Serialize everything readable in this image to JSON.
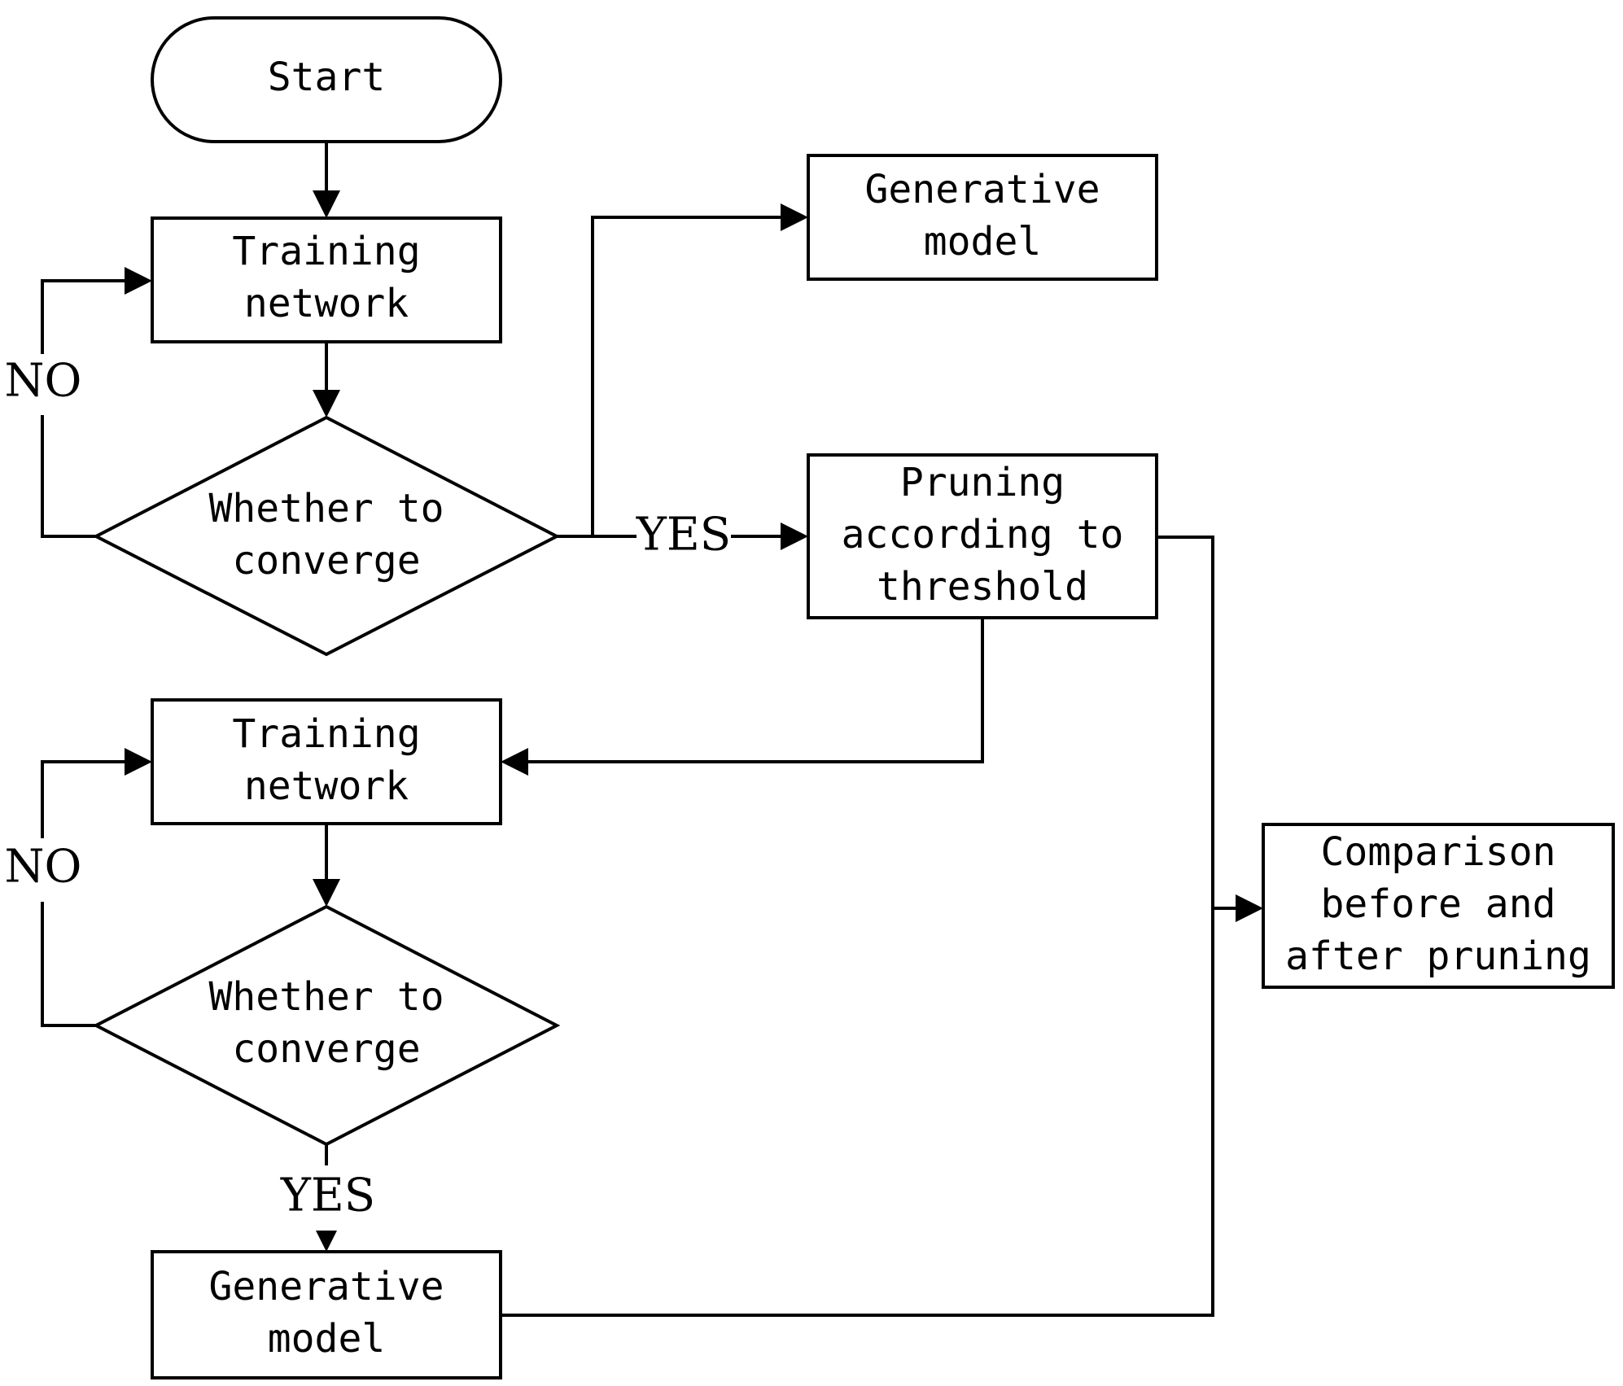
{
  "nodes": {
    "start": "Start",
    "train1": [
      "Training",
      "network"
    ],
    "converge1": [
      "Whether to",
      "converge"
    ],
    "gen1": [
      "Generative",
      "model"
    ],
    "prune": [
      "Pruning",
      "according to",
      "threshold"
    ],
    "train2": [
      "Training",
      "network"
    ],
    "converge2": [
      "Whether to",
      "converge"
    ],
    "gen2": [
      "Generative",
      "model"
    ],
    "compare": [
      "Comparison",
      "before and",
      "after pruning"
    ]
  },
  "edge_labels": {
    "no1": "NO",
    "yes1": "YES",
    "no2": "NO",
    "yes2": "YES"
  }
}
